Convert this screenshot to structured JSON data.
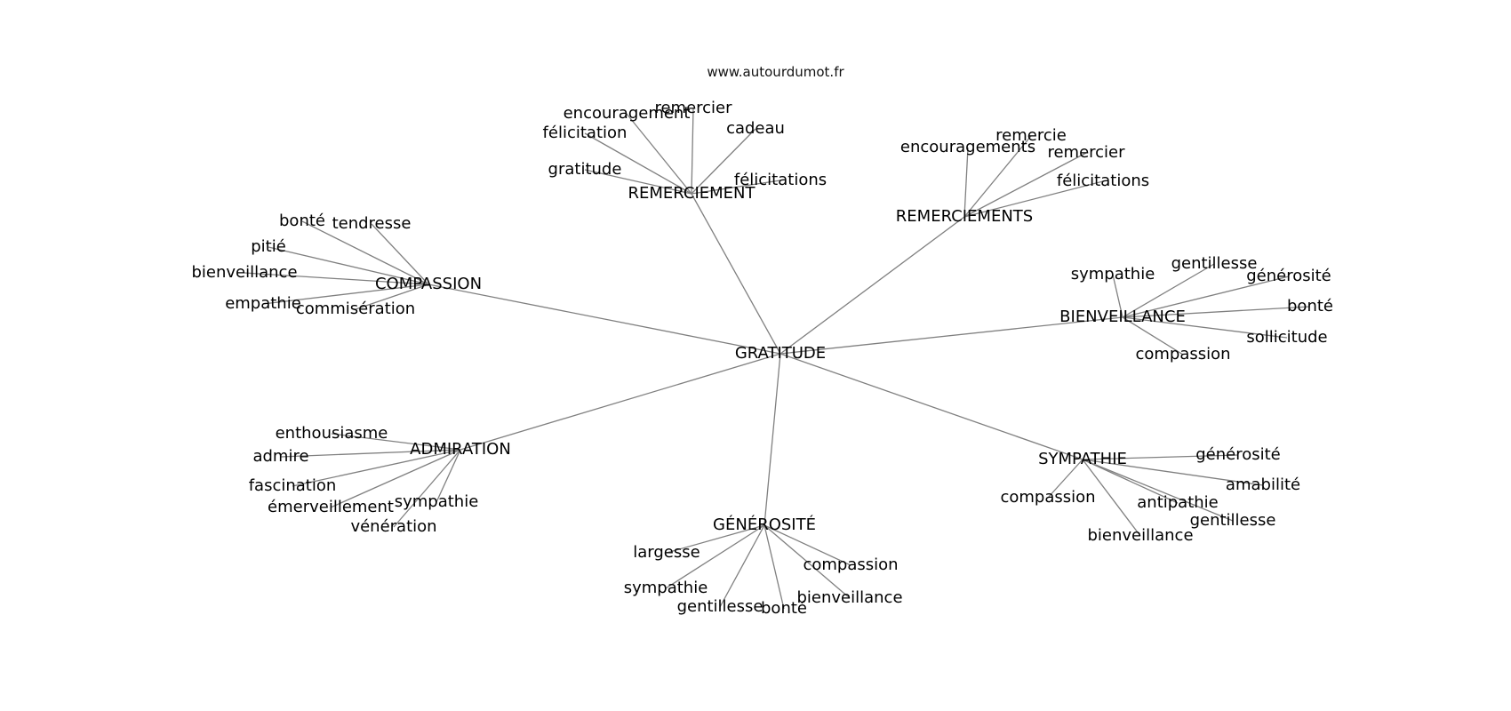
{
  "watermark": "www.autourdumot.fr",
  "graph": {
    "center": "GRATITUDE",
    "clusters": [
      {
        "label": "REMERCIEMENT",
        "leaves": [
          "encouragement",
          "remercier",
          "félicitation",
          "cadeau",
          "gratitude",
          "félicitations"
        ]
      },
      {
        "label": "REMERCIEMENTS",
        "leaves": [
          "encouragements",
          "remercie",
          "remercier",
          "félicitations"
        ]
      },
      {
        "label": "COMPASSION",
        "leaves": [
          "bonté",
          "tendresse",
          "pitié",
          "bienveillance",
          "empathie",
          "commisération"
        ]
      },
      {
        "label": "BIENVEILLANCE",
        "leaves": [
          "sympathie",
          "gentillesse",
          "générosité",
          "bonté",
          "sollicitude",
          "compassion"
        ]
      },
      {
        "label": "ADMIRATION",
        "leaves": [
          "enthousiasme",
          "admire",
          "fascination",
          "émerveillement",
          "sympathie",
          "vénération"
        ]
      },
      {
        "label": "SYMPATHIE",
        "leaves": [
          "générosité",
          "amabilité",
          "compassion",
          "antipathie",
          "gentillesse",
          "bienveillance"
        ]
      },
      {
        "label": "GÉNÉROSITÉ",
        "leaves": [
          "largesse",
          "compassion",
          "sympathie",
          "bienveillance",
          "gentillesse",
          "bonté"
        ]
      }
    ]
  }
}
